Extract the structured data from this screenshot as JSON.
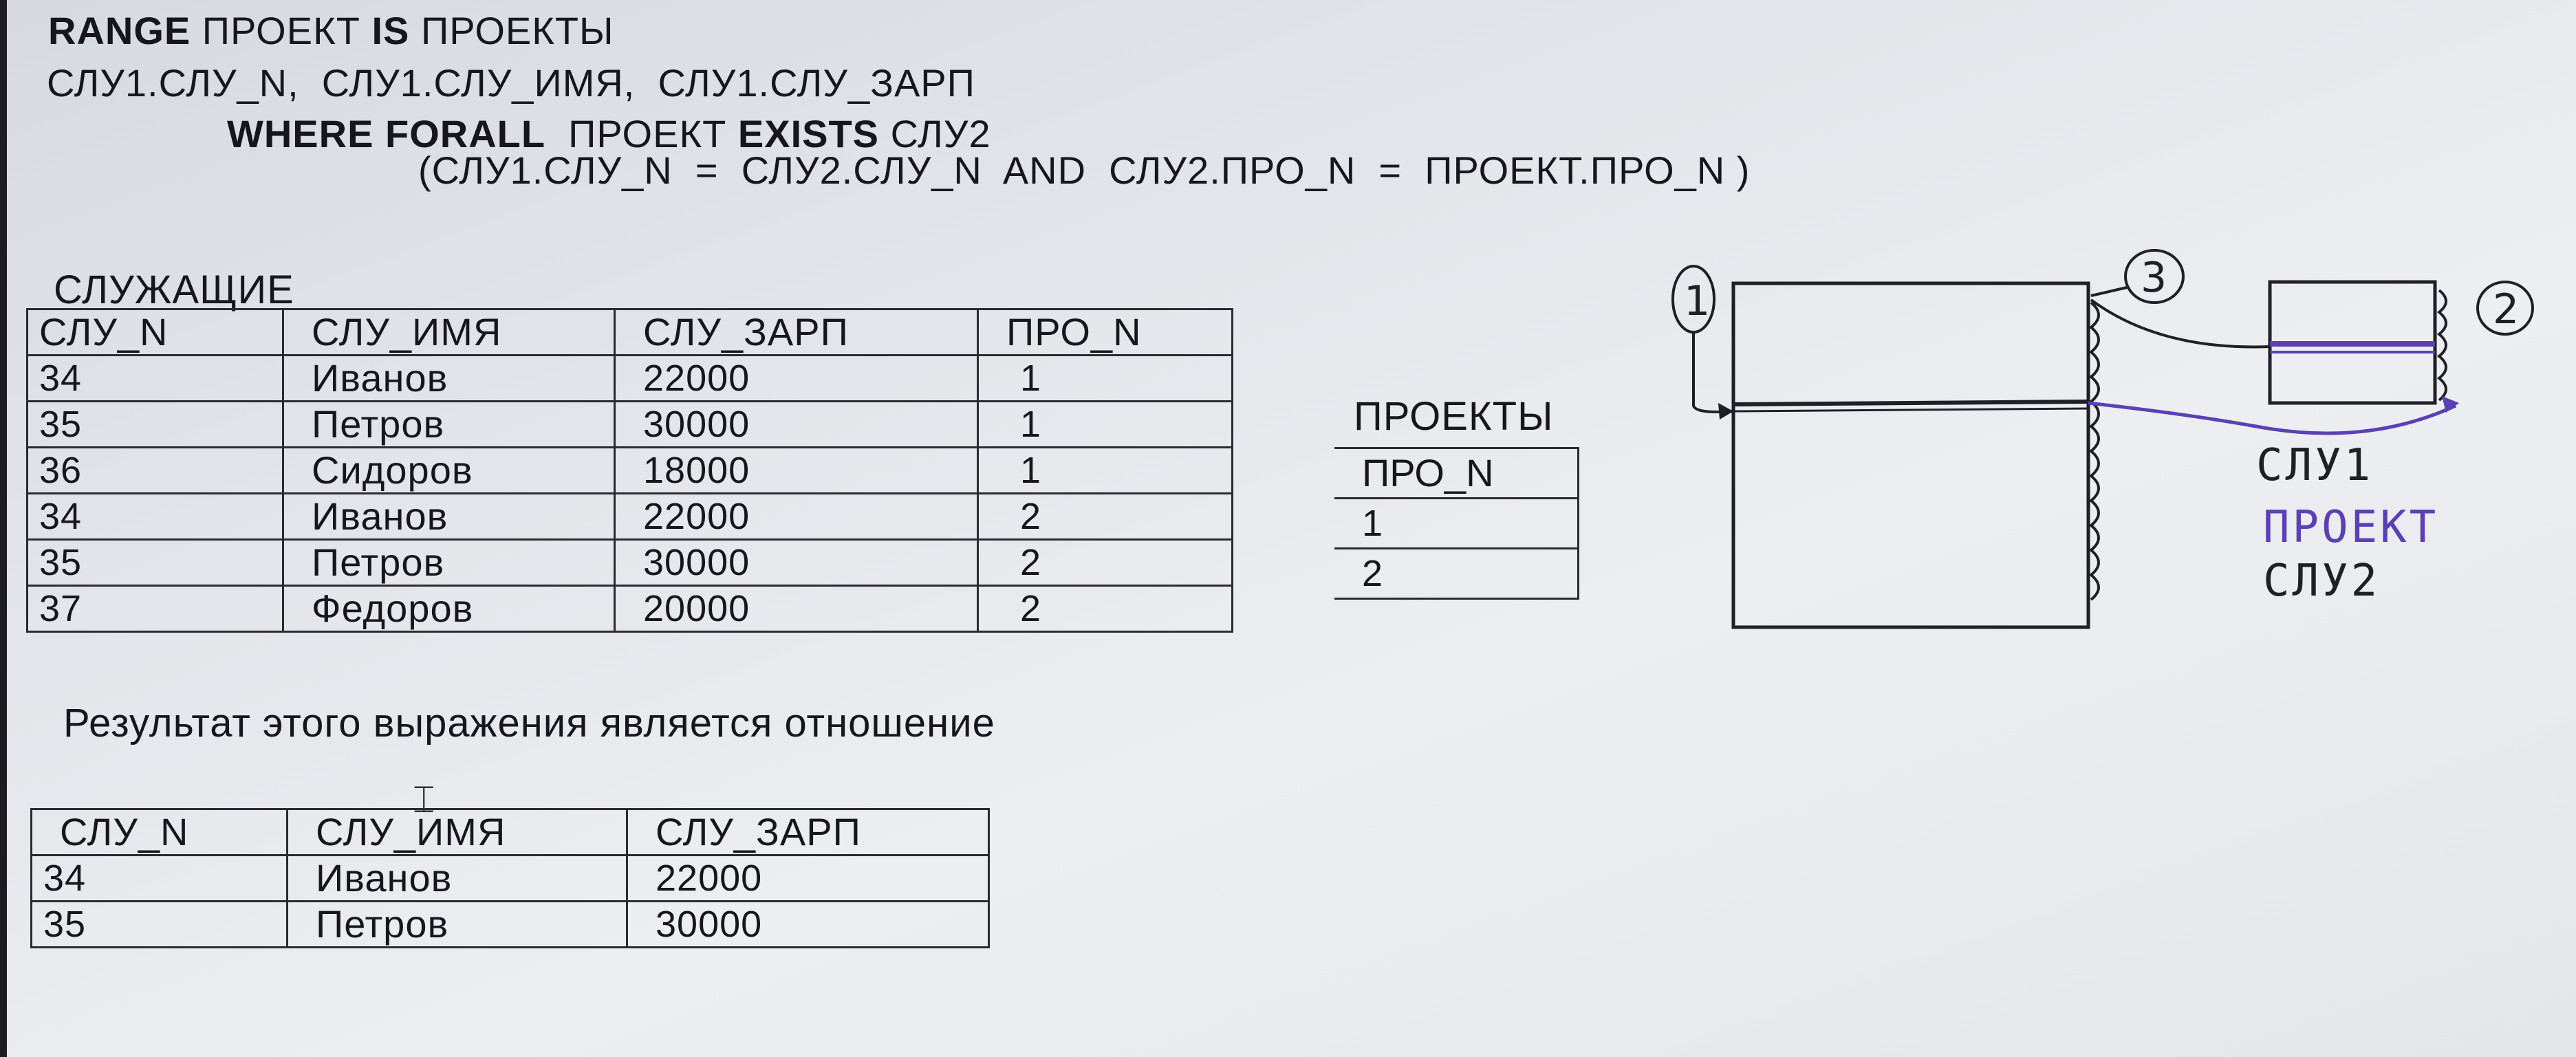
{
  "query": {
    "line1": {
      "kw1": "RANGE",
      "t1": " ПРОЕКТ ",
      "kw2": "IS",
      "t2": " ПРОЕКТЫ"
    },
    "line2": "СЛУ1.СЛУ_N,  СЛУ1.СЛУ_ИМЯ,  СЛУ1.СЛУ_ЗАРП",
    "line3": {
      "kw1": "WHERE FORALL",
      "t1": "  ПРОЕКТ ",
      "kw2": "EXISTS",
      "t2": " СЛУ2"
    },
    "line4": "(СЛУ1.СЛУ_N  =  СЛУ2.СЛУ_N  AND  СЛУ2.ПРО_N  =  ПРОЕКТ.ПРО_N )"
  },
  "employees_table": {
    "title": "СЛУЖАЩИЕ",
    "columns": [
      "СЛУ_N",
      "СЛУ_ИМЯ",
      "СЛУ_ЗАРП",
      "ПРО_N"
    ],
    "rows": [
      [
        "34",
        "Иванов",
        "22000",
        "1"
      ],
      [
        "35",
        "Петров",
        "30000",
        "1"
      ],
      [
        "36",
        "Сидоров",
        "18000",
        "1"
      ],
      [
        "34",
        "Иванов",
        "22000",
        "2"
      ],
      [
        "35",
        "Петров",
        "30000",
        "2"
      ],
      [
        "37",
        "Федоров",
        "20000",
        "2"
      ]
    ]
  },
  "projects_table": {
    "title": "ПРОЕКТЫ",
    "columns": [
      "ПРО_N"
    ],
    "rows": [
      [
        "1"
      ],
      [
        "2"
      ]
    ]
  },
  "result_caption": "Результат этого выражения является отношение",
  "result_table": {
    "columns": [
      "СЛУ_N",
      "СЛУ_ИМЯ",
      "СЛУ_ЗАРП"
    ],
    "rows": [
      [
        "34",
        "Иванов",
        "22000"
      ],
      [
        "35",
        "Петров",
        "30000"
      ]
    ]
  },
  "sketch": {
    "markers": [
      "1",
      "3",
      "2"
    ],
    "labels": [
      "СЛУ1",
      "ПРОЕКТ",
      "СЛУ2"
    ],
    "colors": {
      "ink": "#1f1f26",
      "purple": "#5b3fb5"
    }
  }
}
